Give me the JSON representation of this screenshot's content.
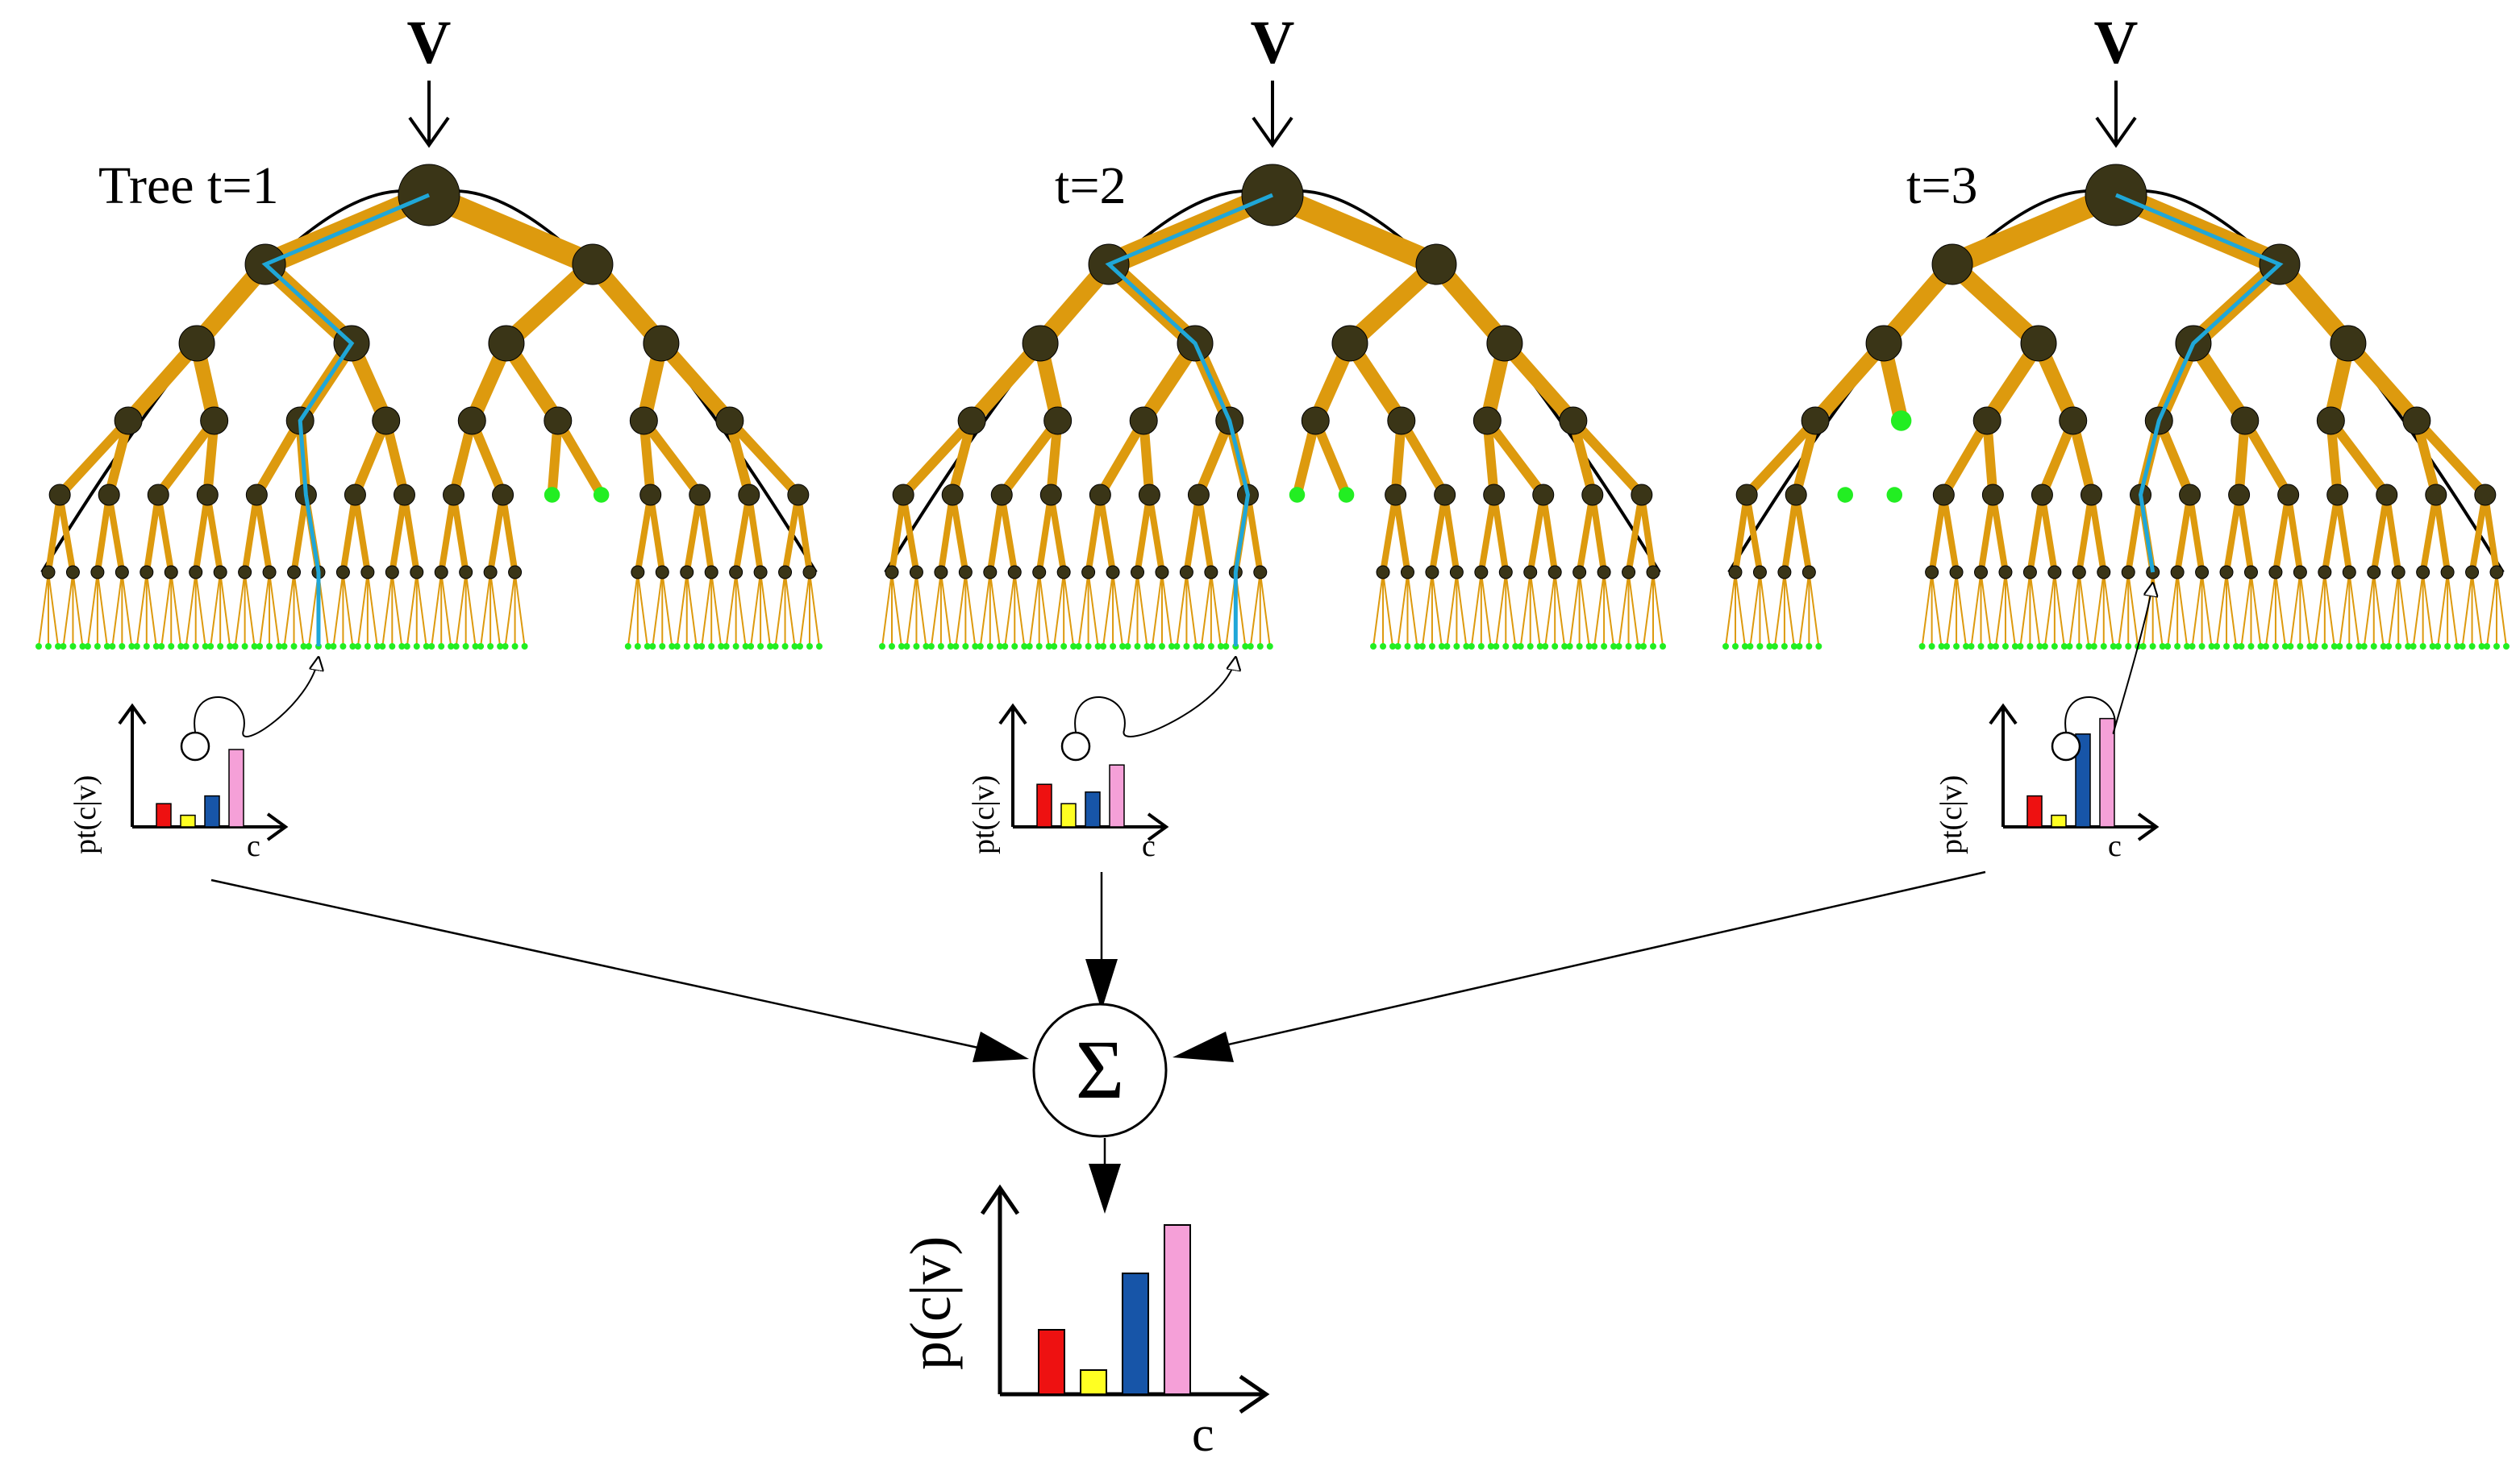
{
  "input_symbol": "V",
  "trees": [
    {
      "label": "Tree t=1",
      "histogram_ylabel": "pt(c|v)",
      "histogram_xlabel": "c",
      "histogram_values": [
        0.3,
        0.15,
        0.4,
        1.0
      ]
    },
    {
      "label": "t=2",
      "histogram_ylabel": "pt(c|v)",
      "histogram_xlabel": "c",
      "histogram_values": [
        0.55,
        0.3,
        0.45,
        0.8
      ]
    },
    {
      "label": "t=3",
      "histogram_ylabel": "pt(c|v)",
      "histogram_xlabel": "c",
      "histogram_values": [
        0.4,
        0.15,
        1.2,
        1.4
      ]
    }
  ],
  "sum_symbol": "Σ",
  "output_histogram": {
    "ylabel": "p(c|v)",
    "xlabel": "c",
    "values": [
      0.4,
      0.15,
      0.75,
      1.05
    ]
  },
  "colors": {
    "branch": "#dd9a0e",
    "node": "#3a3517",
    "leaf": "#22ee22",
    "path": "#1fa7d8",
    "bars": [
      "#ee1111",
      "#ffff22",
      "#1755a8",
      "#f5a0d8"
    ]
  }
}
